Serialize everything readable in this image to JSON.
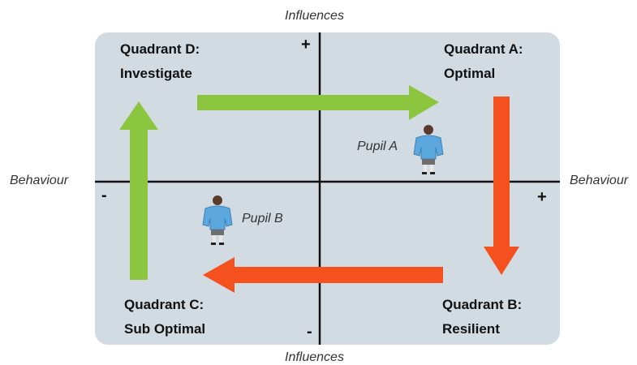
{
  "axes": {
    "top_label": "Influences",
    "bottom_label": "Influences",
    "left_label": "Behaviour",
    "right_label": "Behaviour",
    "plus_vertical": "+",
    "minus_vertical": "-",
    "plus_horizontal": "+",
    "minus_horizontal": "-"
  },
  "quadrants": {
    "d": {
      "title": "Quadrant D:",
      "subtitle": "Investigate"
    },
    "a": {
      "title": "Quadrant A:",
      "subtitle": "Optimal"
    },
    "c": {
      "title": "Quadrant C:",
      "subtitle": "Sub Optimal"
    },
    "b": {
      "title": "Quadrant B:",
      "subtitle": "Resilient"
    }
  },
  "pupils": {
    "a": "Pupil A",
    "b": "Pupil B"
  },
  "colors": {
    "panel": "#d2dbe2",
    "green_arrow": "#8cc63f",
    "orange_arrow": "#f4511e",
    "pupil_shirt": "#5ba7de",
    "axis_line": "#111111"
  }
}
